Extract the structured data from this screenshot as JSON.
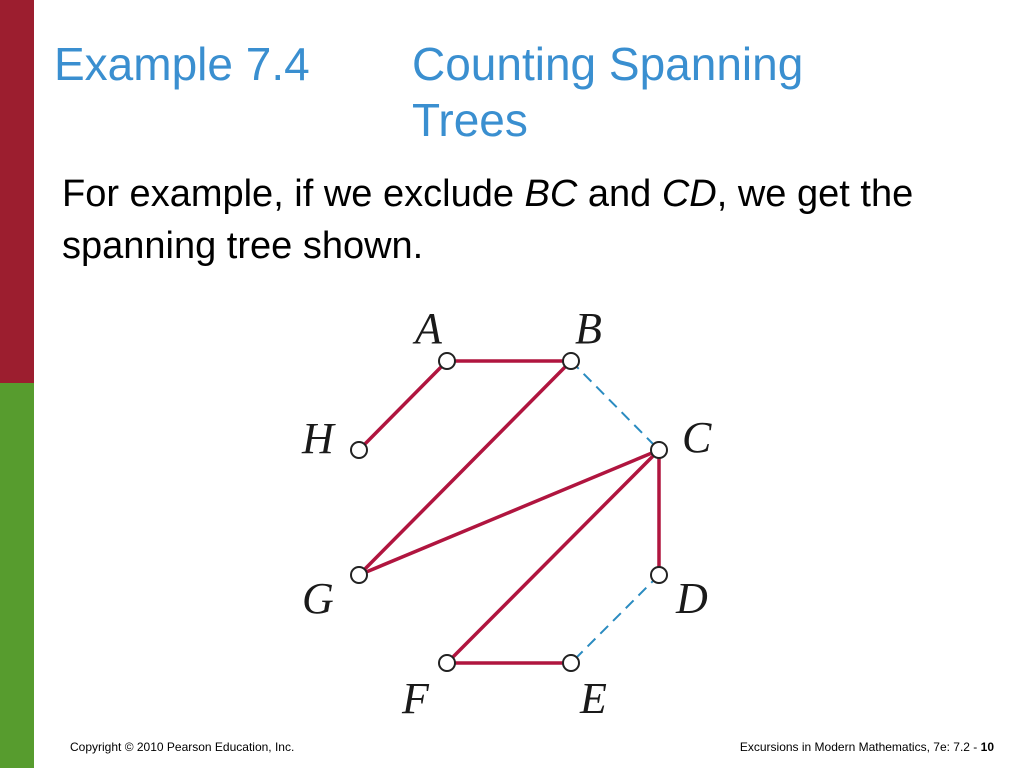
{
  "colors": {
    "side_top": "#9c1e2f",
    "side_bottom": "#579c2e",
    "title": "#3a8fd0",
    "tree_edge": "#b0153f",
    "excluded_edge": "#2a8bc0"
  },
  "title": {
    "number": "Example 7.4",
    "text": "Counting Spanning Trees"
  },
  "body": {
    "part1": "For example, if we exclude ",
    "bc": "BC",
    "part2": " and ",
    "cd": "CD",
    "part3": ", we get the spanning tree shown."
  },
  "graph": {
    "vertices": [
      "A",
      "B",
      "C",
      "D",
      "E",
      "F",
      "G",
      "H"
    ],
    "tree_edges": [
      [
        "H",
        "A"
      ],
      [
        "A",
        "B"
      ],
      [
        "B",
        "G"
      ],
      [
        "G",
        "C"
      ],
      [
        "C",
        "D"
      ],
      [
        "C",
        "F"
      ],
      [
        "F",
        "E"
      ]
    ],
    "excluded_edges": [
      [
        "B",
        "C"
      ],
      [
        "D",
        "E"
      ]
    ]
  },
  "footer": {
    "copyright": "Copyright © 2010 Pearson Education, Inc.",
    "source": "Excursions in Modern Mathematics, 7e: 7.2 - ",
    "page": "10"
  }
}
